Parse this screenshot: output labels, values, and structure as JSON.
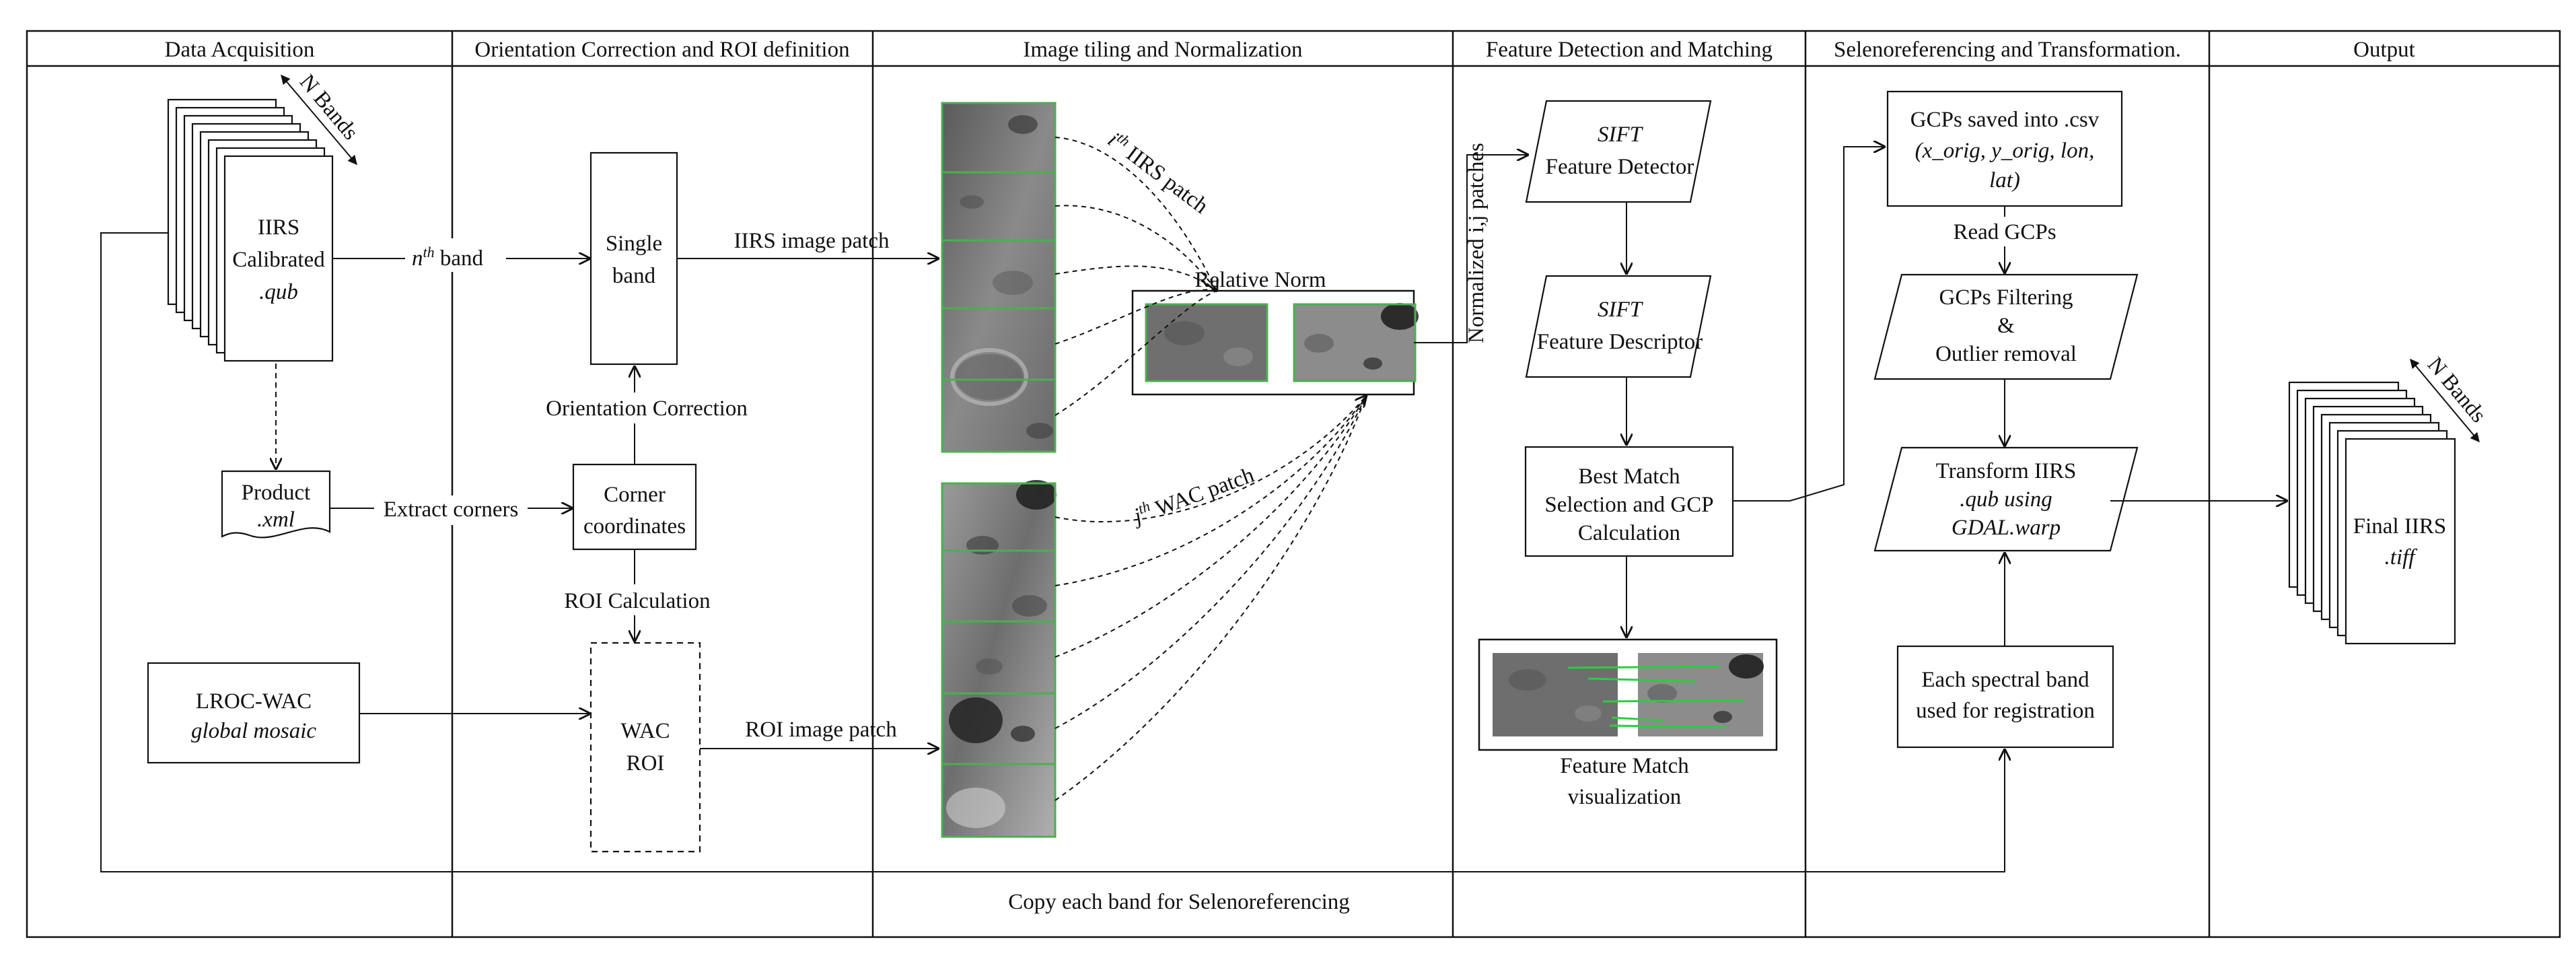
{
  "columns": [
    "Data Acquisition",
    "Orientation Correction and ROI definition",
    "Image tiling and Normalization",
    "Feature Detection and Matching",
    "Selenoreferencing and Transformation.",
    "Output"
  ],
  "data_acquisition": {
    "iirs_stack": {
      "line1": "IIRS",
      "line2": "Calibrated",
      "line3": ".qub"
    },
    "n_bands": "N Bands",
    "product": {
      "line1": "Product",
      "line2": ".xml"
    },
    "lroc": {
      "line1": "LROC-WAC",
      "line2": "global mosaic"
    }
  },
  "orientation": {
    "single_band": {
      "line1": "Single",
      "line2": "band"
    },
    "corner": {
      "line1": "Corner",
      "line2": "coordinates"
    },
    "wac_roi": {
      "line1": "WAC",
      "line2": "ROI"
    },
    "orientation_correction": "Orientation Correction",
    "roi_calculation": "ROI Calculation"
  },
  "edges": {
    "nth_band_pre": "n",
    "nth_band_sup": "th",
    "nth_band_post": " band",
    "extract_corners": "Extract corners",
    "iirs_image_patch": "IIRS image patch",
    "roi_image_patch": "ROI image patch",
    "ith_iirs_pre": "i",
    "ith_iirs_sup": "th",
    "ith_iirs_post": " IIRS patch",
    "jth_wac_pre": "j",
    "jth_wac_sup": "th",
    "jth_wac_post": " WAC patch",
    "normalized_patches": "Normalized i,j patches",
    "copy_each_band": "Copy each band for Selenoreferencing",
    "read_gcps": "Read GCPs"
  },
  "tiling": {
    "relative_norm": "Relative Norm"
  },
  "feature": {
    "sift_detector": {
      "line1": "SIFT",
      "line2": "Feature Detector"
    },
    "sift_descriptor": {
      "line1": "SIFT",
      "line2": "Feature Descriptor"
    },
    "best_match": {
      "line1": "Best Match",
      "line2": "Selection and GCP",
      "line3": "Calculation"
    },
    "visualization": {
      "line1": "Feature Match",
      "line2": "visualization"
    }
  },
  "seleno": {
    "gcps_saved": {
      "line1": "GCPs saved into .csv",
      "line2": "(x_orig, y_orig, lon,",
      "line3": "lat)"
    },
    "gcps_filtering": {
      "line1": "GCPs Filtering",
      "line2": "&",
      "line3": "Outlier removal"
    },
    "transform": {
      "line1": "Transform IIRS",
      "line2": ".qub using",
      "line3": "GDAL.warp"
    },
    "each_band": {
      "line1": "Each spectral band",
      "line2": "used for registration"
    }
  },
  "output": {
    "final": {
      "line1": "Final IIRS",
      "line2": ".tiff"
    },
    "n_bands": "N Bands"
  },
  "colors": {
    "line": "#111111",
    "patch_border": "#4caf50",
    "match_line": "#2ecc40",
    "lunar_dark": "#3a3a3a",
    "lunar_mid": "#7b7b7b",
    "lunar_light": "#b5b5b5"
  }
}
